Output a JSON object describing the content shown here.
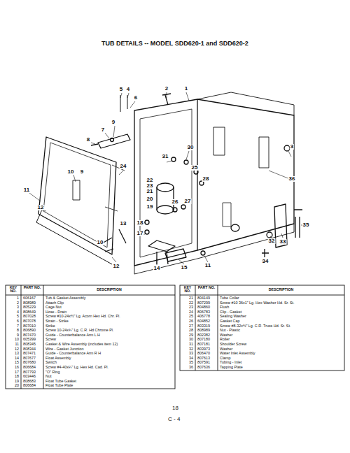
{
  "diagram": {
    "title": "TUB DETAILS -- MODEL SDD620-1 and SDD620-2",
    "labels": [
      "1",
      "2",
      "3",
      "4",
      "5",
      "6",
      "7",
      "8",
      "9",
      "9",
      "10",
      "24",
      "11",
      "12",
      "12",
      "13",
      "10",
      "31",
      "30",
      "25",
      "28",
      "22",
      "23",
      "21",
      "20",
      "19",
      "26",
      "27",
      "18",
      "17",
      "14",
      "15",
      "11",
      "32",
      "33",
      "34",
      "35",
      "36",
      "KEY NO.",
      "PART NO.",
      "DESCRIPTION",
      "1",
      "606167",
      "Tub & Gasket Assembly",
      "2",
      "808989",
      "Attach Clip",
      "3",
      "805229",
      "Cage Nut",
      "4",
      "808649",
      "Hose - Drain",
      "5",
      "807028",
      "Screw #10-24x½\" Lg. Acorn Hex Hd. Chr. Pl.",
      "6",
      "807078",
      "Strain - Strike",
      "7",
      "807010",
      "Strike",
      "8",
      "806890",
      "Screw 10-24x¾\" Lg. C.R. Hd Chrome Pl.",
      "9",
      "807470",
      "Guide - Counterbalance Arm L H",
      "10",
      "605399",
      "Screw",
      "11",
      "808345",
      "Gasket & Wire Assembly (includes item 12)",
      "12",
      "808344",
      "Wire - Gasket Junction",
      "13",
      "807471",
      "Guide - Counterbalance Arm R H",
      "14",
      "807677",
      "Float Assembly",
      "15",
      "807680",
      "Switch",
      "16",
      "806684",
      "Screw #4-40x¼\" Lg. Hex Hd. Cad. Pl.",
      "17",
      "807793",
      "\"O\" Ring",
      "18",
      "603446",
      "Nut",
      "19",
      "808683",
      "Float Tube Gasket",
      "20",
      "806684",
      "Float Tube Plate",
      "KEY NO.",
      "PART NO.",
      "DESCRIPTION",
      "21",
      "804149",
      "Tube Collar",
      "22",
      "807299",
      "Screw #10 36x1\" Lg. Hex Washer Hd. Sr. St.",
      "23",
      "804860",
      "Flush",
      "24",
      "806783",
      "Clip - Gasket",
      "25",
      "406778",
      "Sealing Washer",
      "26",
      "604852",
      "Gasket Cap",
      "27",
      "803319",
      "Screw #8-32x½\" Lg. C.R. Truss Hd. Sr. St.",
      "28",
      "808989",
      "Nut - Plastic",
      "29",
      "802382",
      "Washer",
      "30",
      "807180",
      "Roller",
      "31",
      "807181",
      "Shoulder Screw",
      "32",
      "803973",
      "Washer",
      "33",
      "806470",
      "Water Inlet Assembly",
      "34",
      "807613",
      "Clamp",
      "35",
      "807591",
      "Tubing - Inlet",
      "36",
      "807636",
      "Tapping Plate",
      "18",
      "C - 4"
    ]
  }
}
